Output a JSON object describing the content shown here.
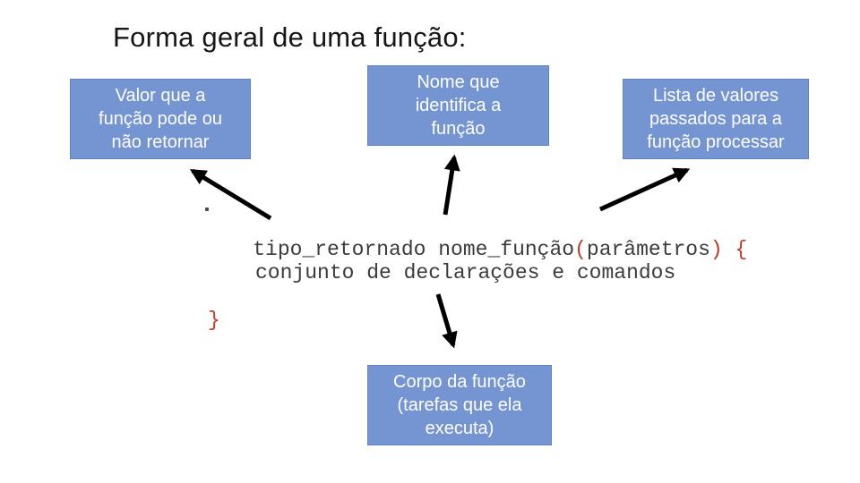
{
  "title": "Forma geral de uma função:",
  "boxes": {
    "return_value": {
      "label": "Valor que a\nfunção pode ou\nnão retornar"
    },
    "function_name": {
      "label": "Nome que\nidentifica a\nfunção"
    },
    "parameters": {
      "label": "Lista de valores\npassados para a\nfunção processar"
    },
    "body": {
      "label": "Corpo da função\n(tarefas que ela\nexecuta)"
    }
  },
  "code": {
    "signature_text": "tipo_retornado nome_função",
    "open_paren": "(",
    "parameters_text": "parâmetros",
    "close_paren_brace": ") {",
    "body_text": "conjunto de declarações e comandos",
    "closing_brace": "}"
  },
  "colors": {
    "box_fill": "#7494d2",
    "box_border": "#6383c2",
    "box_text": "#ffffff",
    "title_text": "#161616",
    "code_dark": "#3b3b3b",
    "code_red": "#c0392b",
    "arrow": "#000000"
  }
}
